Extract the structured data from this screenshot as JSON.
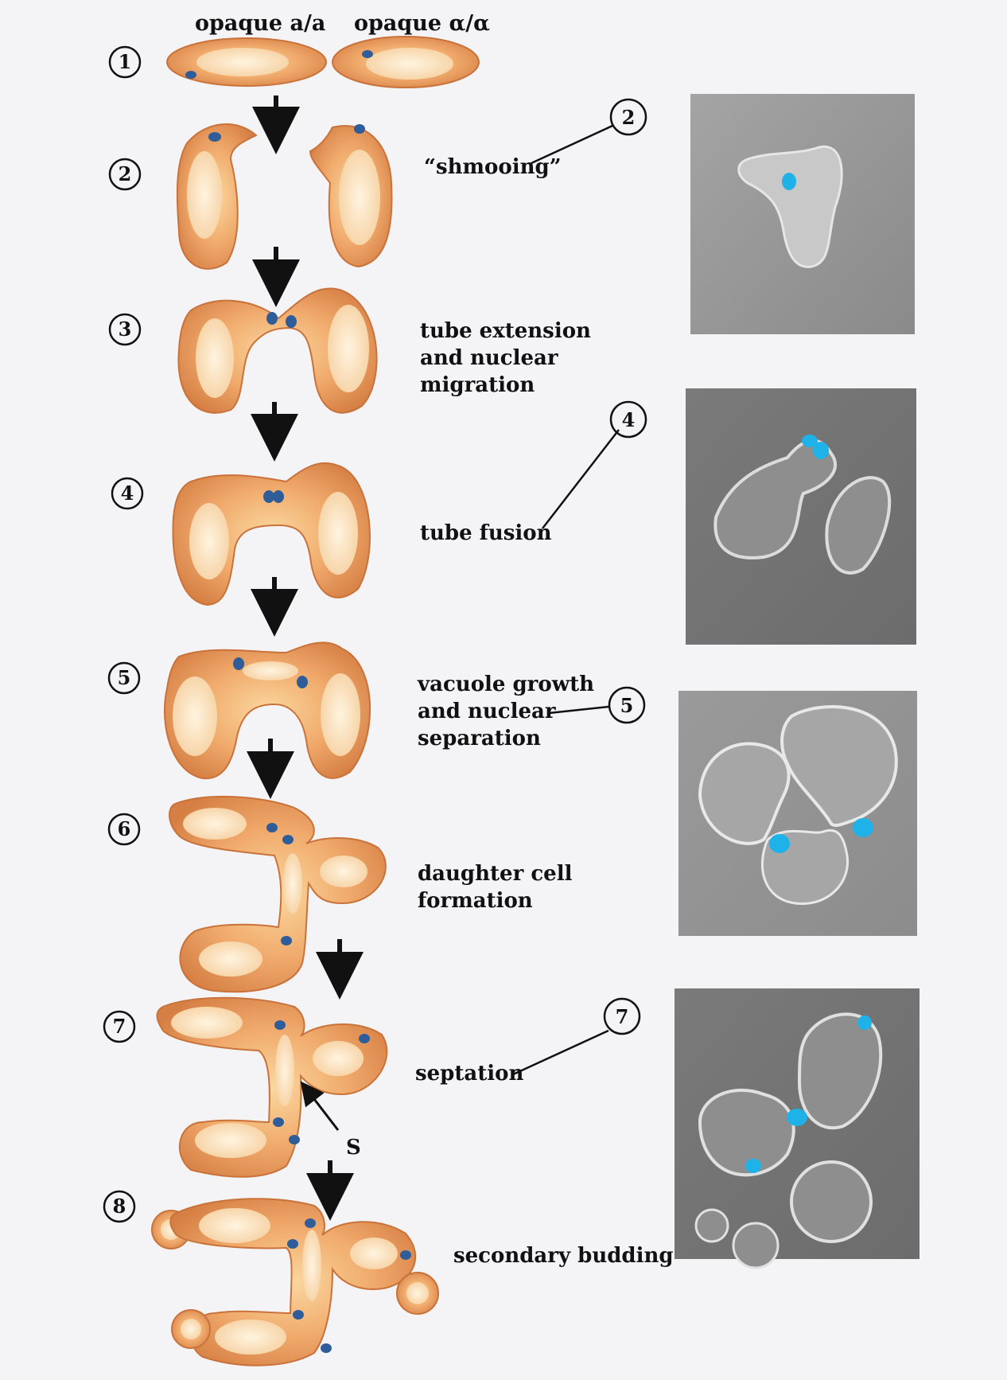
{
  "header": {
    "col_a": "opaque a/a",
    "col_alpha": "opaque α/α"
  },
  "stages": [
    {
      "num": "1"
    },
    {
      "num": "2",
      "label_lines": [
        "“shmooing”"
      ]
    },
    {
      "num": "3",
      "label_lines": [
        "tube extension",
        "and nuclear",
        "migration"
      ]
    },
    {
      "num": "4",
      "label_lines": [
        "tube fusion"
      ]
    },
    {
      "num": "5",
      "label_lines": [
        "vacuole growth",
        "and nuclear",
        "separation"
      ]
    },
    {
      "num": "6",
      "label_lines": [
        "daughter cell",
        "formation"
      ]
    },
    {
      "num": "7",
      "label_lines": [
        "septation"
      ]
    },
    {
      "num": "8",
      "label_lines": [
        "secondary budding"
      ]
    }
  ],
  "septum_marker": "S",
  "micrograph_callouts": [
    "2",
    "4",
    "5",
    "7"
  ],
  "colors": {
    "cell_edge": "#c9723a",
    "cell_fill": "#e8935a",
    "cell_inner": "#f7c98a",
    "vacuole": "#fbe4c4",
    "nucleus": "#2f5d99",
    "photo_bg": "#8c8c8c",
    "photo_nucleus": "#1fb2e8"
  }
}
